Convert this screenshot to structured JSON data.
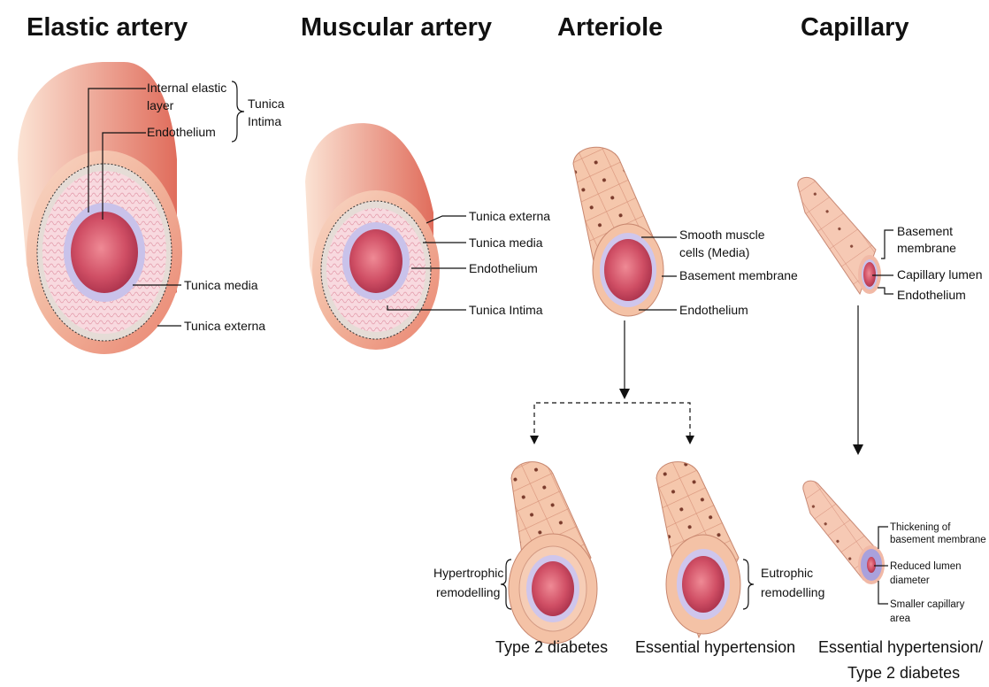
{
  "titles": {
    "elastic": "Elastic artery",
    "muscular": "Muscular artery",
    "arteriole": "Arteriole",
    "capillary": "Capillary"
  },
  "elastic_labels": {
    "internal_elastic_1": "Internal elastic",
    "internal_elastic_2": "layer",
    "endothelium": "Endothelium",
    "tunica_intima_1": "Tunica",
    "tunica_intima_2": "Intima",
    "tunica_media": "Tunica media",
    "tunica_externa": "Tunica externa"
  },
  "muscular_labels": {
    "tunica_externa": "Tunica externa",
    "tunica_media": "Tunica media",
    "endothelium": "Endothelium",
    "tunica_intima": "Tunica Intima"
  },
  "arteriole_labels": {
    "smooth_muscle_1": "Smooth muscle",
    "smooth_muscle_2": "cells (Media)",
    "basement_membrane": "Basement membrane",
    "endothelium": "Endothelium"
  },
  "capillary_labels": {
    "basement_1": "Basement",
    "basement_2": "membrane",
    "lumen": "Capillary lumen",
    "endothelium": "Endothelium"
  },
  "remodel_labels": {
    "hypertrophic_1": "Hypertrophic",
    "hypertrophic_2": "remodelling",
    "eutrophic_1": "Eutrophic",
    "eutrophic_2": "remodelling"
  },
  "capillary_changes": {
    "thickening_1": "Thickening of",
    "thickening_2": "basement membrane",
    "reduced_1": "Reduced lumen",
    "reduced_2": "diameter",
    "smaller_1": "Smaller capillary",
    "smaller_2": "area"
  },
  "captions": {
    "type2": "Type 2 diabetes",
    "essential": "Essential hypertension",
    "cap_1": "Essential hypertension/",
    "cap_2": "Type 2 diabetes"
  },
  "colors": {
    "vessel_outer": "#f2b79f",
    "vessel_dark": "#e07a6a",
    "media": "#f7d3d8",
    "elastic": "#b9b4e0",
    "lumen": "#c8425a"
  }
}
